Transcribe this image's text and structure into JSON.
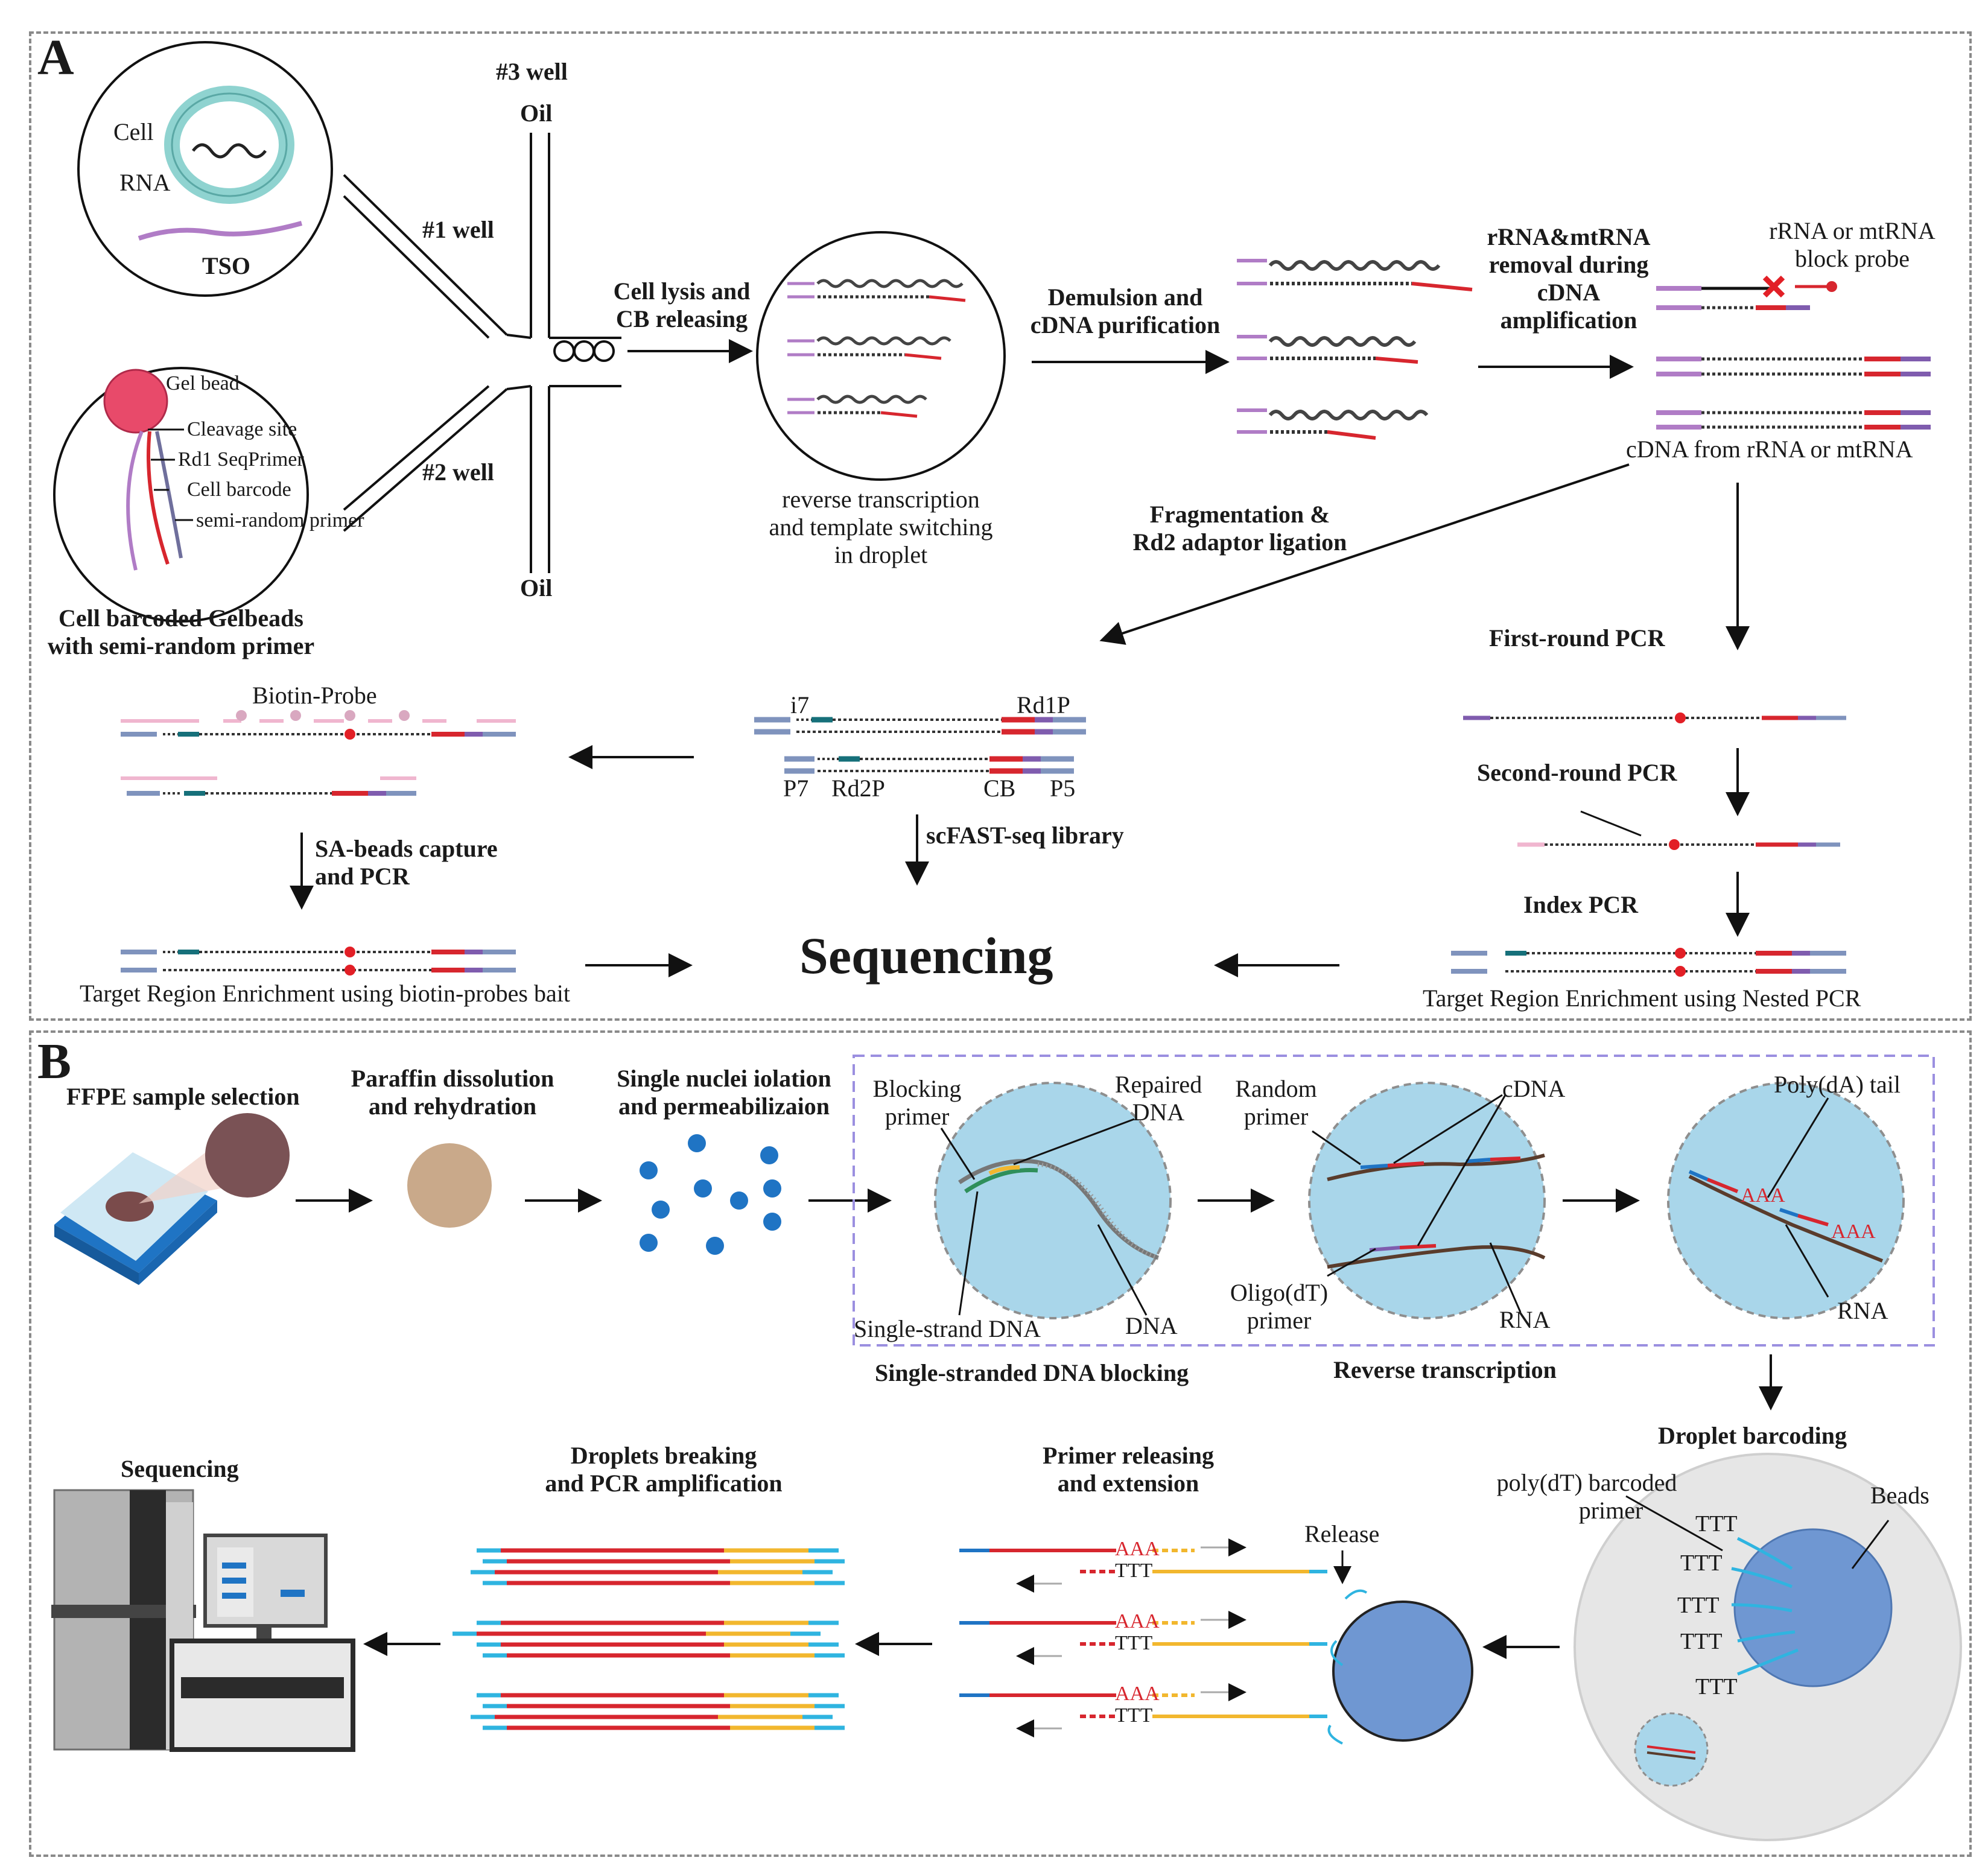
{
  "panels": {
    "a": {
      "letter": "A",
      "cell_label": "Cell",
      "rna_label": "RNA",
      "tso_label": "TSO",
      "gel_bead_label": "Gel bead",
      "cleavage_site": "Cleavage site",
      "rd1_seqprimer": "Rd1 SeqPrimer",
      "cell_barcode": "Cell barcode",
      "semi_random_primer": "semi-random primer",
      "gelbeads_caption_1": "Cell barcoded Gelbeads",
      "gelbeads_caption_2": "with semi-random primer",
      "well3": "#3 well",
      "oil_top": "Oil",
      "well1": "#1 well",
      "well2": "#2 well",
      "oil_bottom": "Oil",
      "lysis_1": "Cell lysis and",
      "lysis_2": "CB releasing",
      "rt_caption_1": "reverse transcription",
      "rt_caption_2": "and template switching",
      "rt_caption_3": "in droplet",
      "demulsion_1": "Demulsion and",
      "demulsion_2": "cDNA purification",
      "rrna_removal_1": "rRNA&mtRNA",
      "rrna_removal_2": "removal during",
      "rrna_removal_3": "cDNA",
      "rrna_removal_4": "amplification",
      "block_probe_1": "rRNA or mtRNA",
      "block_probe_2": "block probe",
      "cdna_rrna": "cDNA from rRNA or mtRNA",
      "frag_1": "Fragmentation &",
      "frag_2": "Rd2 adaptor ligation",
      "first_pcr": "First-round PCR",
      "second_pcr": "Second-round PCR",
      "index_pcr": "Index PCR",
      "nested_caption": "Target Region Enrichment using Nested PCR",
      "biotin_probe": "Biotin-Probe",
      "sa_beads_1": "SA-beads capture",
      "sa_beads_2": "and PCR",
      "biotin_caption": "Target Region Enrichment using biotin-probes bait",
      "lib_i7": "i7",
      "lib_rd1p": "Rd1P",
      "lib_p7": "P7",
      "lib_rd2p": "Rd2P",
      "lib_cb": "CB",
      "lib_p5": "P5",
      "library": "scFAST-seq library",
      "sequencing": "Sequencing"
    },
    "b": {
      "letter": "B",
      "ffpe": "FFPE sample selection",
      "paraffin_1": "Paraffin dissolution",
      "paraffin_2": "and rehydration",
      "nuclei_1": "Single nuclei iolation",
      "nuclei_2": "and permeabilizaion",
      "blocking_primer_1": "Blocking",
      "blocking_primer_2": "primer",
      "repaired_1": "Repaired",
      "repaired_2": "DNA",
      "single_strand": "Single-strand DNA",
      "dna": "DNA",
      "ssdna_blocking": "Single-stranded DNA blocking",
      "random_1": "Random",
      "random_2": "primer",
      "cdna": "cDNA",
      "oligo_1": "Oligo(dT)",
      "oligo_2": "primer",
      "rna_rt": "RNA",
      "reverse_transcription": "Reverse transcription",
      "polya_tail": "Poly(dA) tail",
      "rna_tail": "RNA",
      "droplet_barcoding": "Droplet barcoding",
      "polydt_1": "poly(dT) barcoded",
      "polydt_2": "primer",
      "beads": "Beads",
      "release": "Release",
      "primer_release_1": "Primer releasing",
      "primer_release_2": "and extension",
      "droplets_break_1": "Droplets breaking",
      "droplets_break_2": "and PCR amplification",
      "sequencing_b": "Sequencing",
      "aaa": "AAA",
      "ttt": "TTT"
    }
  },
  "colors": {
    "dashed_border": "#8a8a8a",
    "purple_adaptor": "#b07cc6",
    "red_barcode": "#d7262e",
    "blue_adaptor": "#7f93bd",
    "teal": "#16707a",
    "droplet_blue": "#a9d6ea",
    "bead_blue": "#6f97d2",
    "gel_bead_pink": "#e84a6a",
    "cell_teal": "#8fd3d0",
    "nuclei_blue": "#1f74c4",
    "tissue_brown": "#c9a98a",
    "pcr_yellow": "#f2b72e",
    "pcr_cyan": "#2fb4e0"
  }
}
